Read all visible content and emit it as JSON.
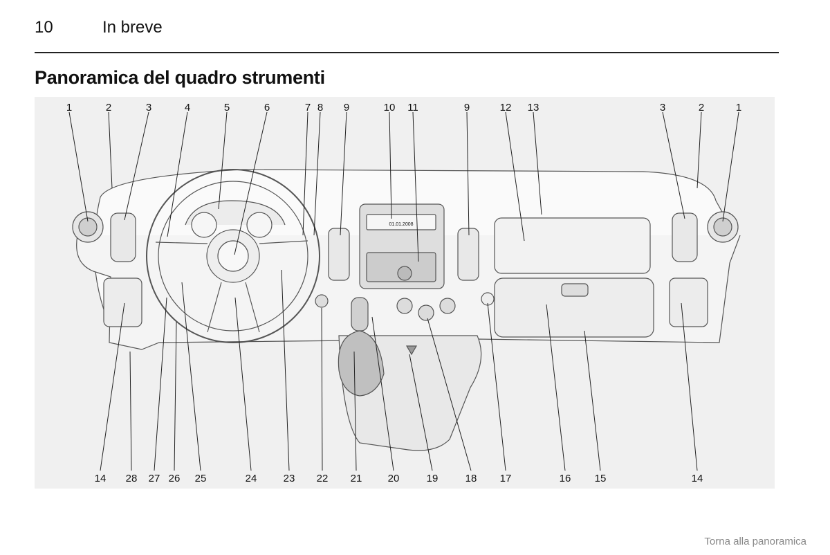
{
  "header": {
    "page_number": "10",
    "section": "In breve"
  },
  "title": "Panoramica del quadro strumenti",
  "figure": {
    "top_labels": [
      "1",
      "2",
      "3",
      "4",
      "5",
      "6",
      "7",
      "8",
      "9",
      "10",
      "11",
      "9",
      "12",
      "13",
      "3",
      "2",
      "1"
    ],
    "bottom_labels": [
      "14",
      "28",
      "27",
      "26",
      "25",
      "24",
      "23",
      "22",
      "21",
      "20",
      "19",
      "18",
      "17",
      "16",
      "15",
      "14"
    ],
    "radio_display": "01.01.2008"
  },
  "footer": {
    "link": "Torna alla panoramica"
  }
}
